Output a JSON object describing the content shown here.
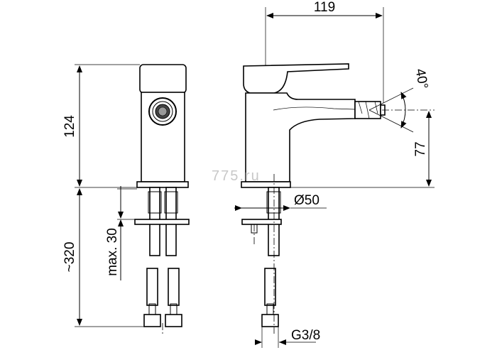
{
  "watermark": "775.ru",
  "dimensions": {
    "top_width": "119",
    "spout_angle": "40°",
    "spout_height": "77",
    "body_height": "124",
    "supply_length": "~320",
    "max_mount": "max. 30",
    "base_diameter": "Ø50",
    "thread": "G3/8"
  }
}
